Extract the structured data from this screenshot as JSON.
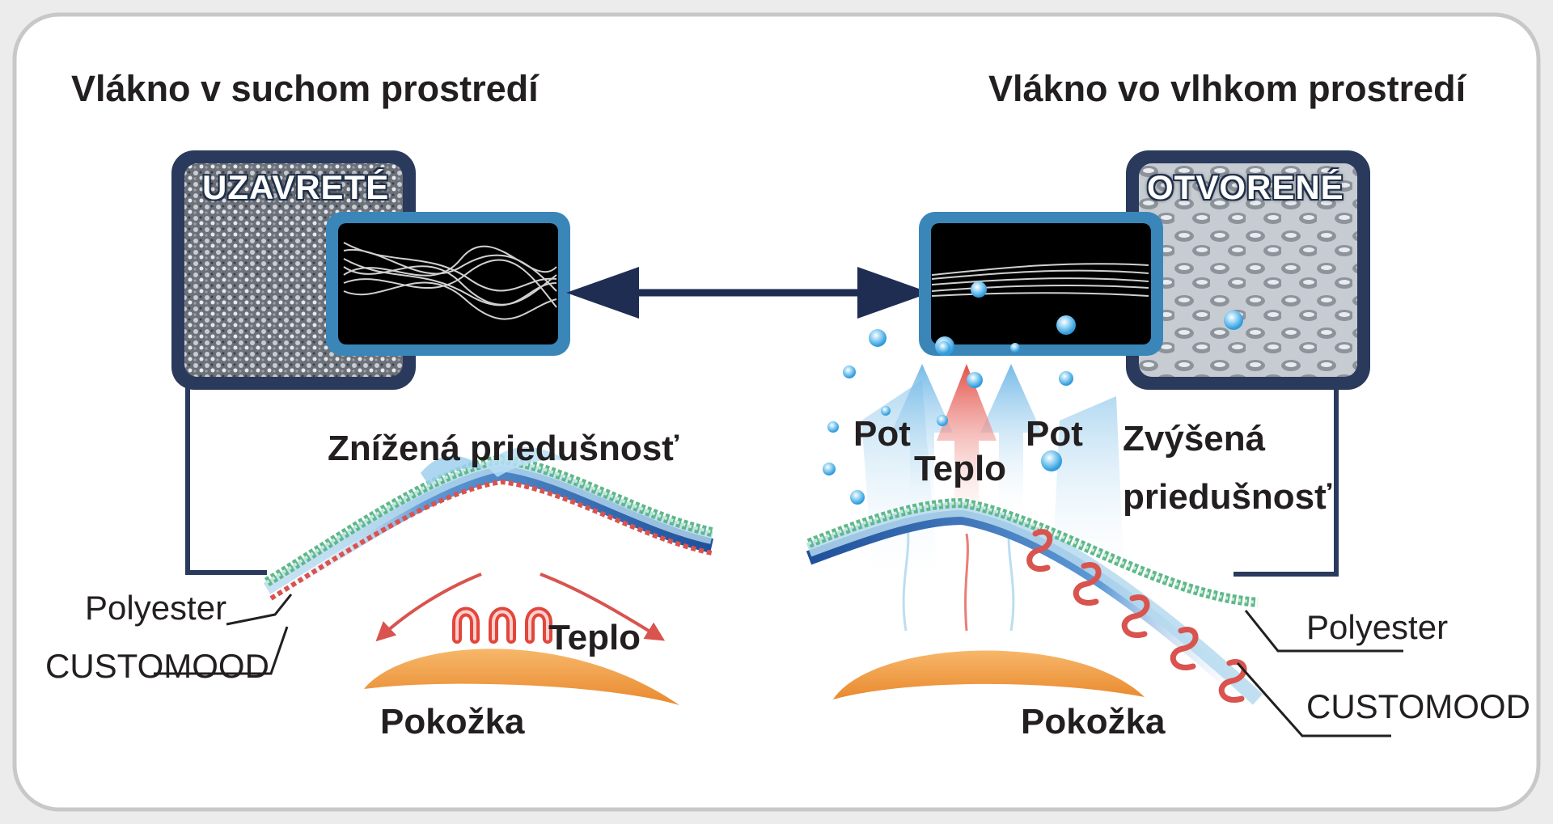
{
  "colors": {
    "frame_navy": "#2a3a5c",
    "arrow_navy": "#1f2d52",
    "mesh_green": "#5fb88a",
    "fiber_red": "#d9534f",
    "skin_orange": "#f0a24a",
    "air_blue": "#8fc9ec",
    "heat_red": "#e2463d"
  },
  "left": {
    "heading": "Vlákno v suchom prostredí",
    "box_label": "UZAVRETÉ",
    "breathability": "Znížená priedušnosť",
    "heat": "Teplo",
    "skin": "Pokožka",
    "layer_outer": "Polyester",
    "layer_inner": "CUSTOMOOD"
  },
  "right": {
    "heading": "Vlákno vo vlhkom prostredí",
    "box_label": "OTVORENÉ",
    "sweat_left": "Pot",
    "sweat_right": "Pot",
    "heat": "Teplo",
    "breathability_line1": "Zvýšená",
    "breathability_line2": "priedušnosť",
    "skin": "Pokožka",
    "layer_outer": "Polyester",
    "layer_inner": "CUSTOMOOD"
  },
  "icons": {
    "connector": "double-headed-arrow-icon",
    "heat_waves": "heat-wave-icon",
    "sweat": "water-droplet-icon"
  }
}
